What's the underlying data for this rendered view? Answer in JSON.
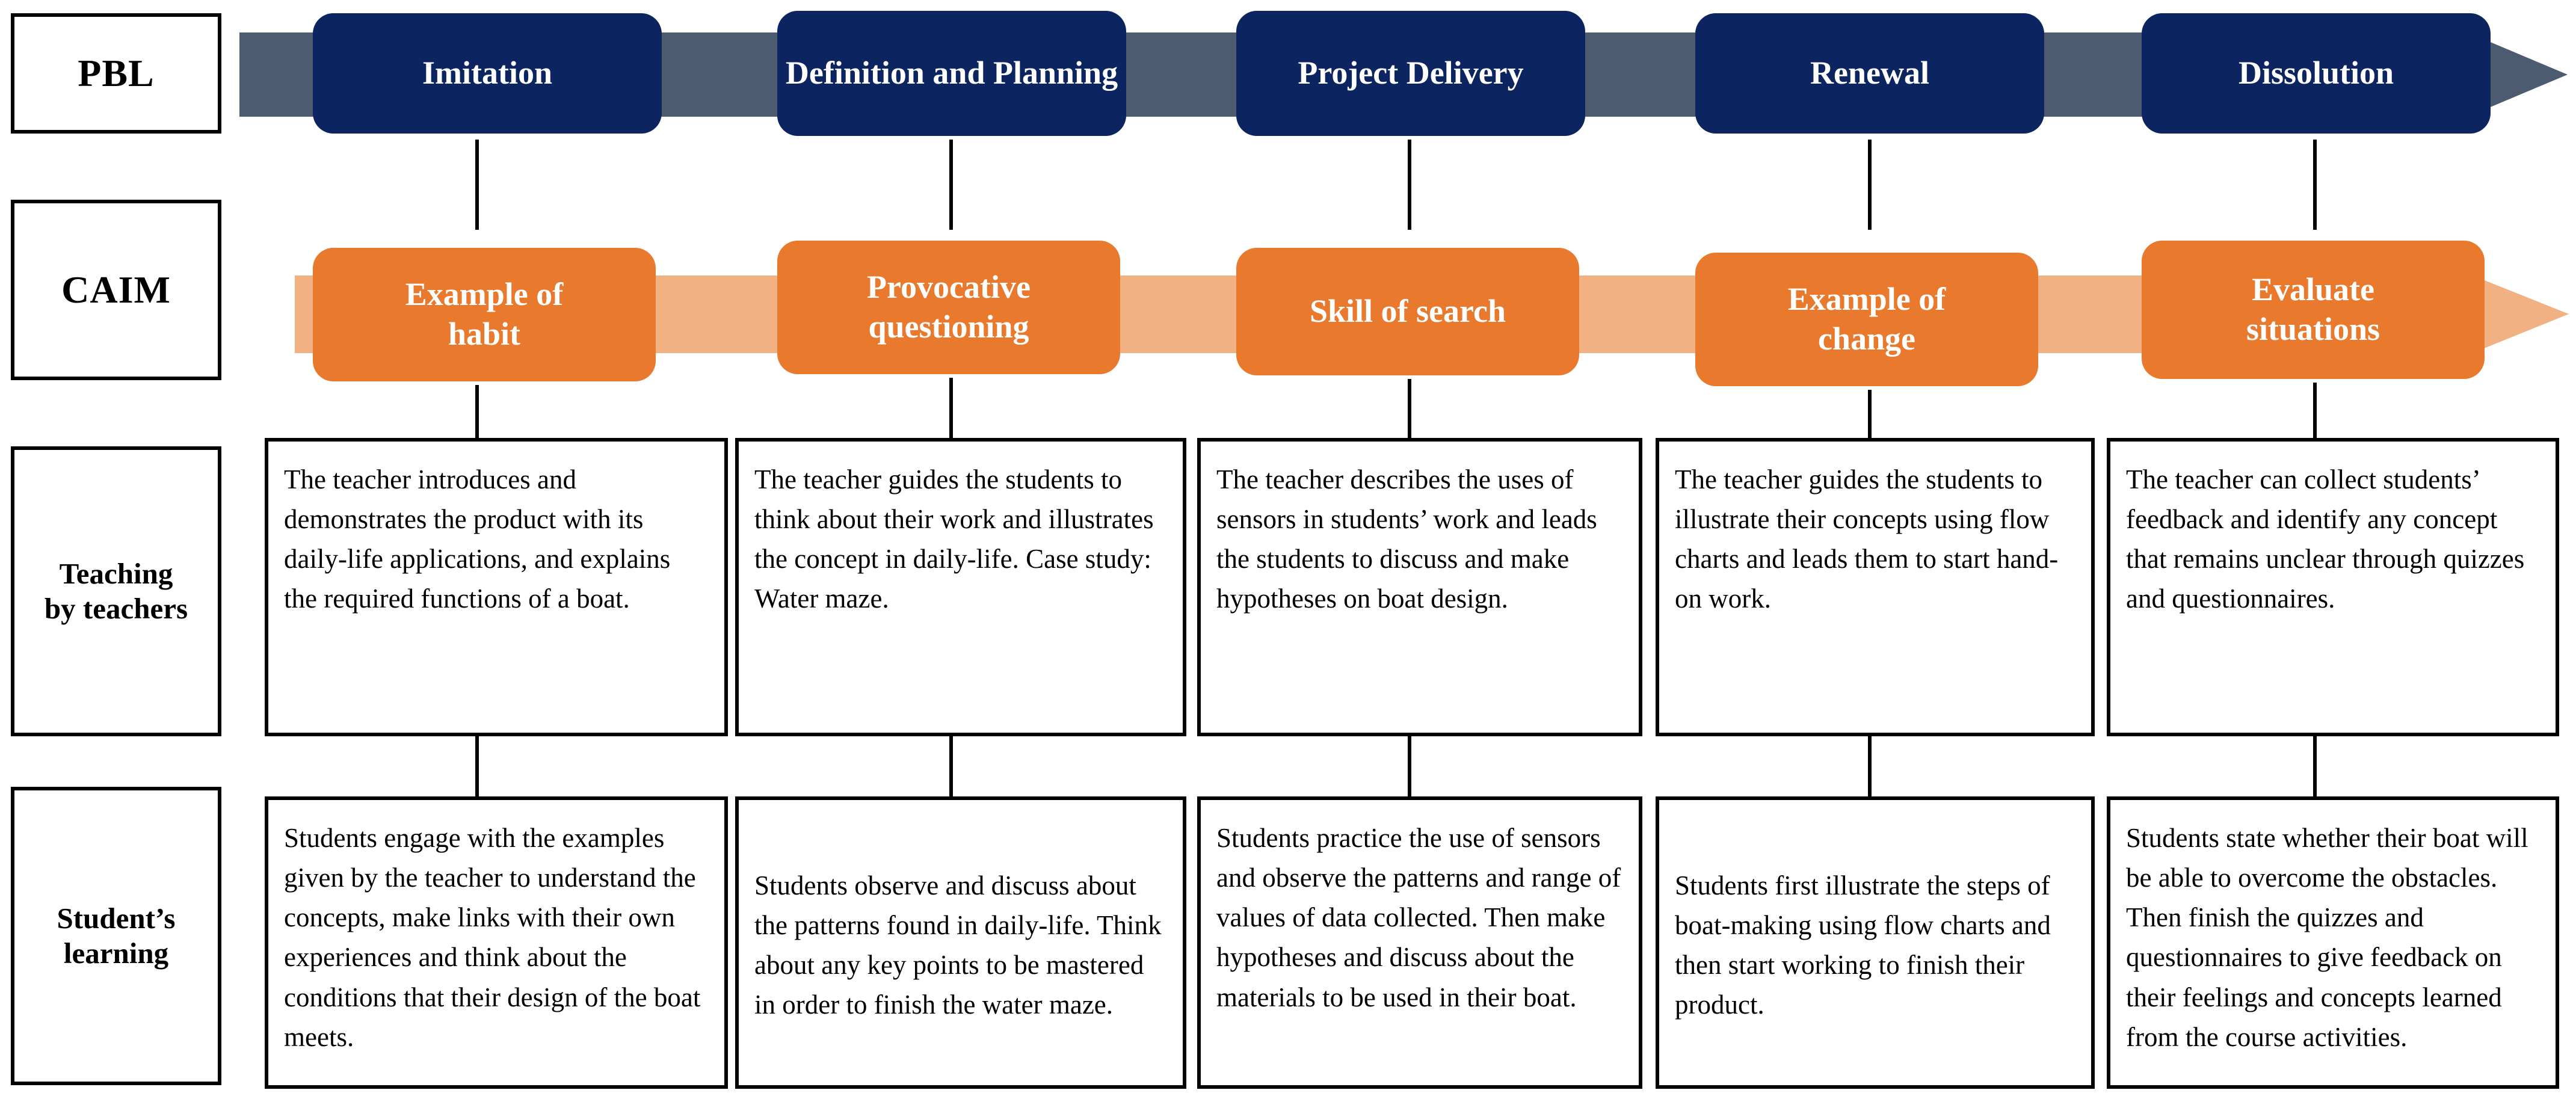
{
  "rows": [
    {
      "key": "pbl",
      "label": "PBL"
    },
    {
      "key": "caim",
      "label": "CAIM"
    },
    {
      "key": "teaching",
      "label": "Teaching\nby teachers"
    },
    {
      "key": "student",
      "label": "Student’s\nlearning"
    }
  ],
  "row_labels": {
    "pbl": "PBL",
    "caim": "CAIM",
    "teaching_line1": "Teaching",
    "teaching_line2": "by teachers",
    "student_line1": "Student’s",
    "student_line2": "learning"
  },
  "colors": {
    "pbl_chip": "#0C2561",
    "pbl_band": "#4D5B70",
    "caim_chip": "#E8792D",
    "caim_band": "#F2B183",
    "border": "#000000",
    "background": "#FFFFFF",
    "chip_text": "#FFFFFF"
  },
  "stages": [
    {
      "pbl": "Imitation",
      "caim_line1": "Example of",
      "caim_line2": "habit",
      "teaching": "The teacher introduces and demonstrates the product with its daily-life applications, and explains the required functions of a boat.",
      "student": "Students engage with the examples given by the teacher to understand the concepts, make links with their own experiences and think about the conditions that their design of the boat meets."
    },
    {
      "pbl": "Definition and Planning",
      "caim_line1": "Provocative",
      "caim_line2": "questioning",
      "teaching": "The teacher guides the students to think about their work and illustrates the concept in daily-life. Case study: Water maze.",
      "student": "Students observe and discuss about the patterns found in daily-life. Think about any key points to be mastered in order to finish the water maze."
    },
    {
      "pbl": "Project Delivery",
      "caim_line1": "Skill of search",
      "caim_line2": "",
      "teaching": "The teacher describes the uses of sensors in students’ work and leads the students to discuss and make hypotheses on boat design.",
      "student": "Students practice the use of sensors and observe the patterns and range of values of data collected. Then make hypotheses and discuss about the materials to be used in their boat."
    },
    {
      "pbl": "Renewal",
      "caim_line1": "Example of",
      "caim_line2": "change",
      "teaching": "The teacher guides the students to illustrate their concepts using flow charts and leads them to start hand-on work.",
      "student": "Students first illustrate the steps of boat-making using flow charts and then start working to finish their product."
    },
    {
      "pbl": "Dissolution",
      "caim_line1": "Evaluate",
      "caim_line2": "situations",
      "teaching": "The teacher can collect students’ feedback and identify any concept that remains unclear through quizzes and questionnaires.",
      "student": "Students state whether their boat will be able to overcome the obstacles. Then finish the quizzes and questionnaires to give feedback on their feelings and concepts learned from the course activities."
    }
  ]
}
